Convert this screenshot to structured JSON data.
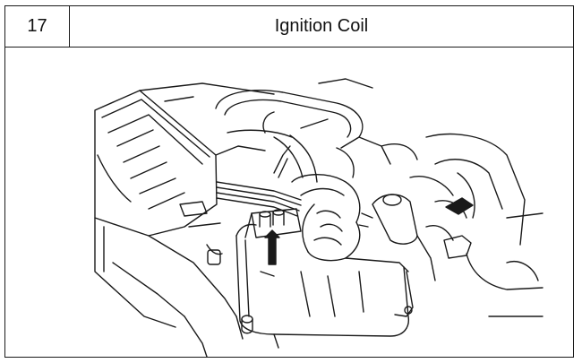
{
  "header": {
    "step_number": "17",
    "title": "Ignition Coil"
  },
  "illustration": {
    "subject": "engine-bay-line-drawing",
    "icon": "up-arrow-icon"
  },
  "colors": {
    "line": "#1a1a1a",
    "background": "#ffffff"
  }
}
